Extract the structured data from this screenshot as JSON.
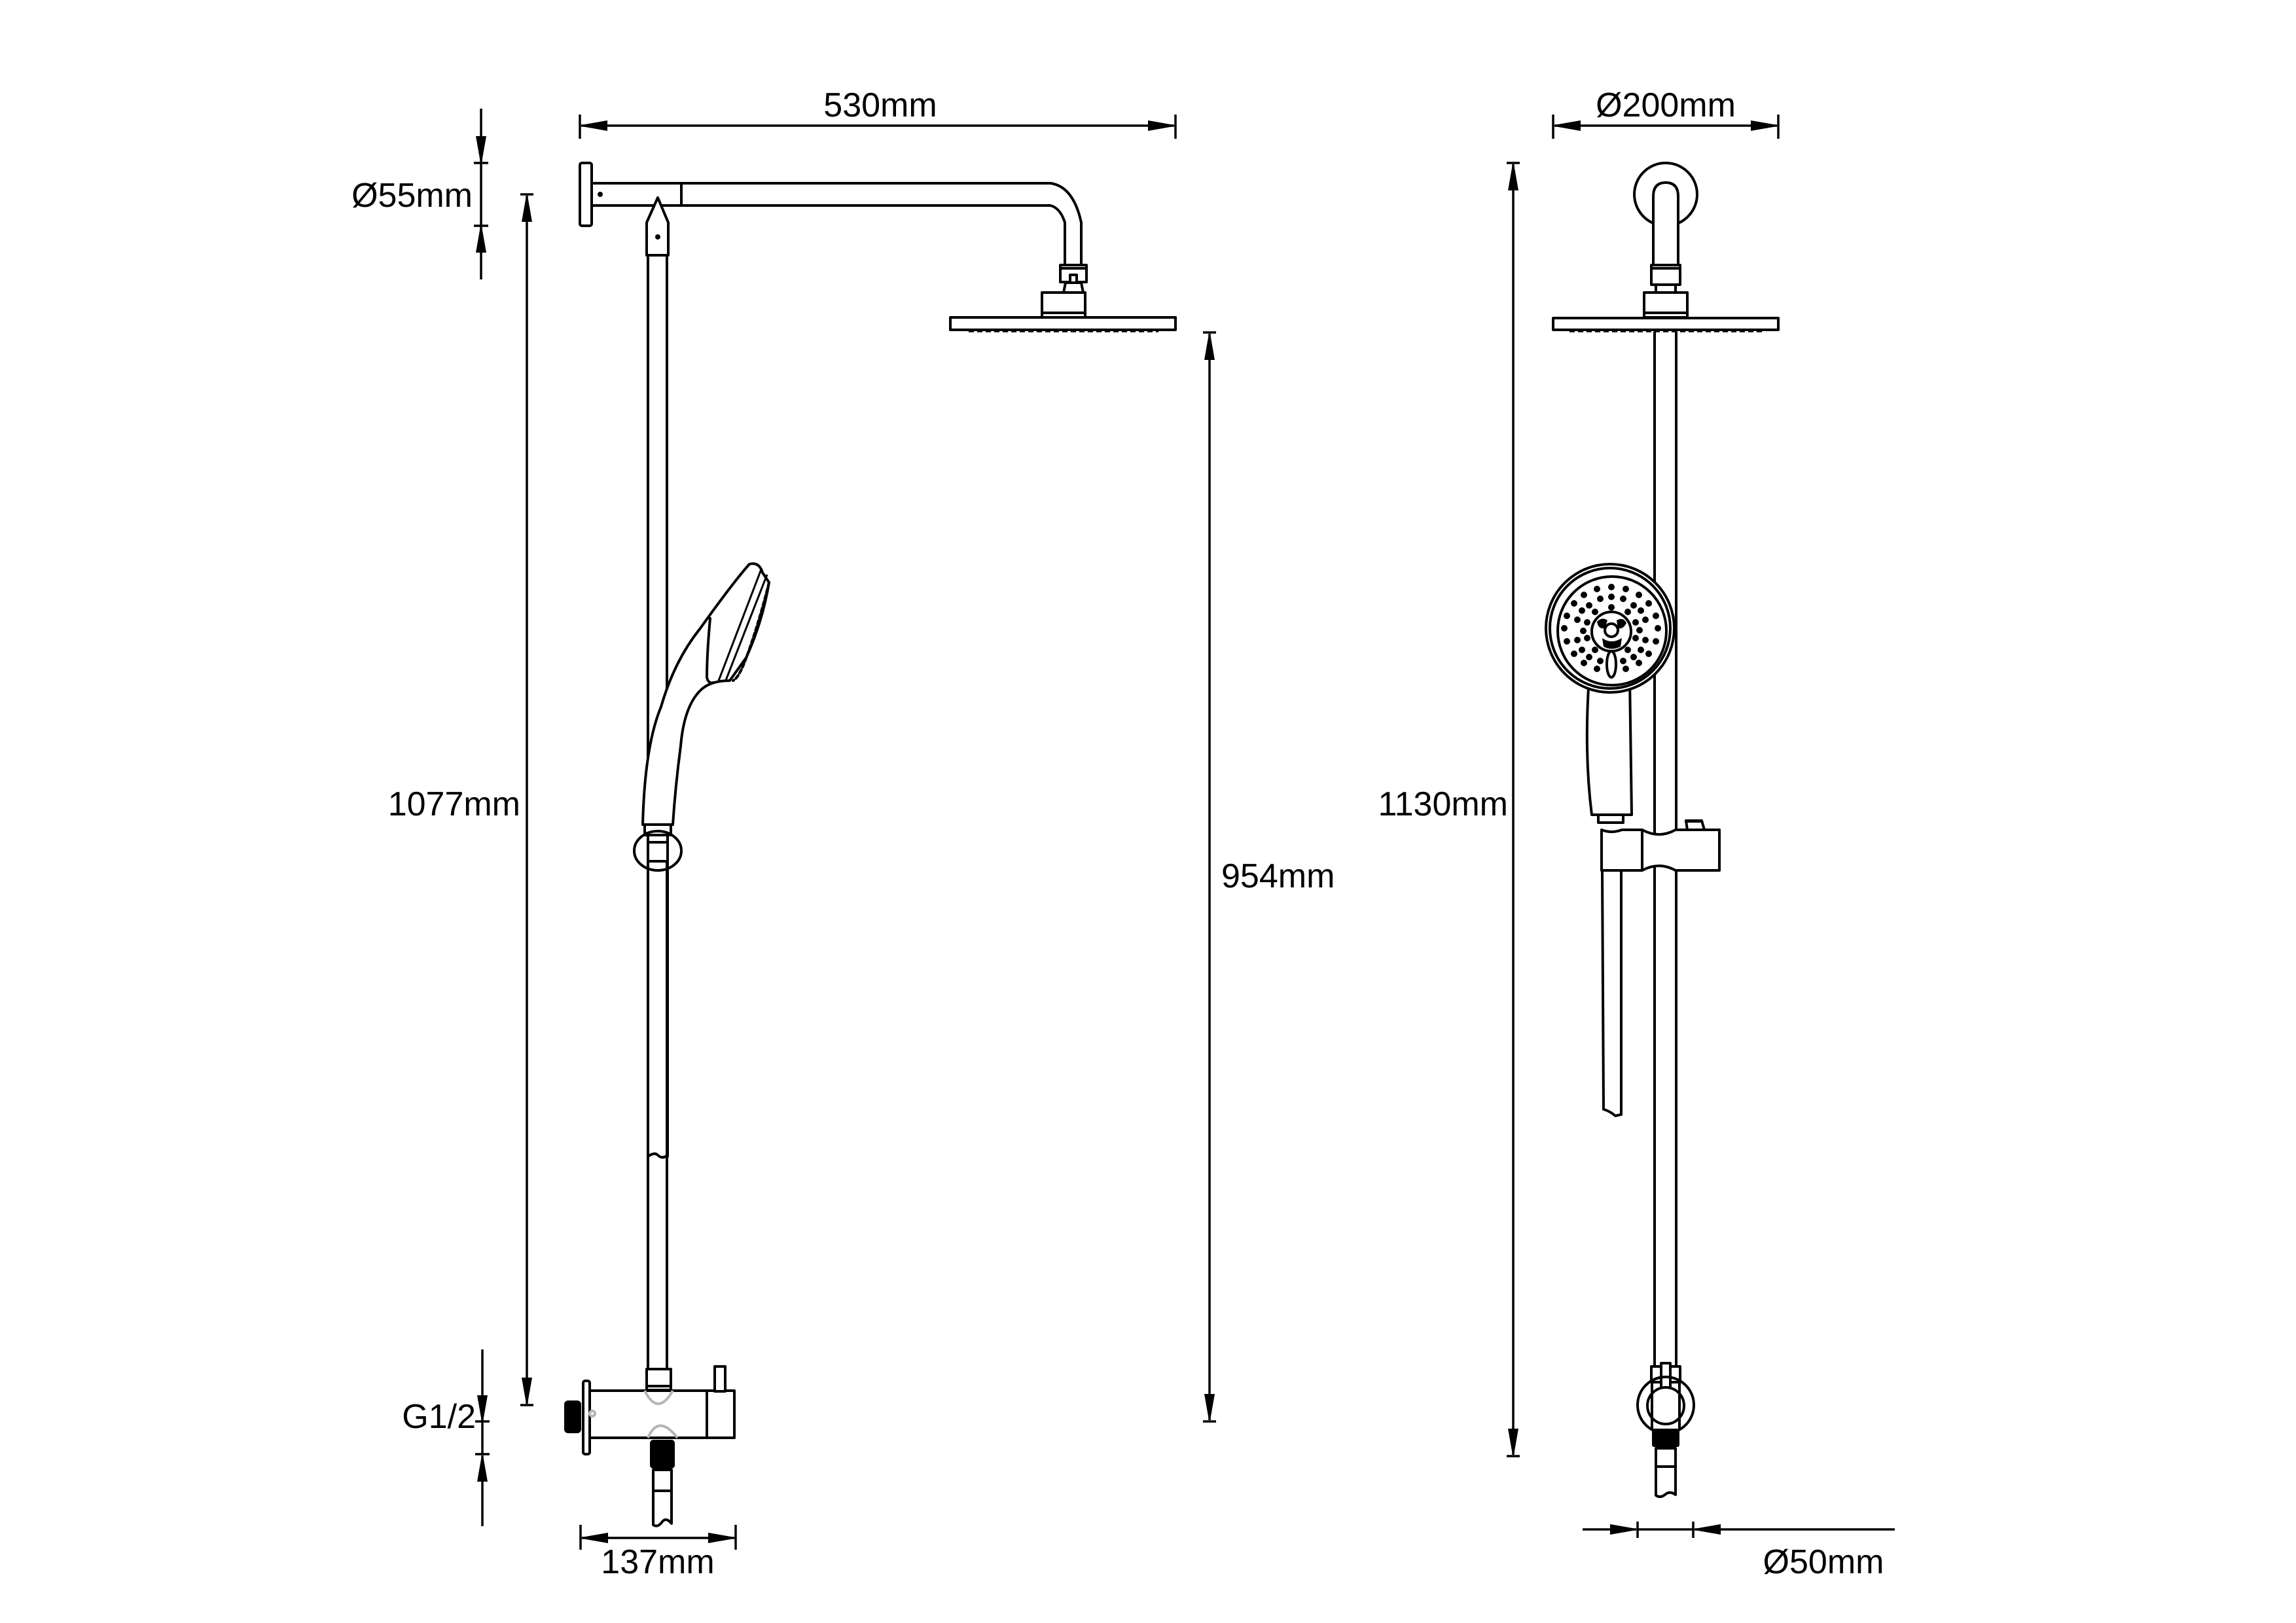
{
  "drawing": {
    "type": "technical dimension drawing",
    "subject": "shower column system",
    "views": [
      {
        "name": "side-view",
        "label": ""
      },
      {
        "name": "front-view",
        "label": ""
      }
    ],
    "line_color": "#000000",
    "accent_color": "#b5b5b5",
    "background": "#ffffff"
  },
  "dimensions": {
    "arm_length": {
      "label": "530mm",
      "value": 530,
      "unit": "mm",
      "axis": "horizontal"
    },
    "wall_flange_diameter": {
      "label": "Ø55mm",
      "value": 55,
      "unit": "mm",
      "axis": "vertical"
    },
    "riser_height": {
      "label": "1077mm",
      "value": 1077,
      "unit": "mm",
      "axis": "vertical"
    },
    "head_clearance": {
      "label": "954mm",
      "value": 954,
      "unit": "mm",
      "axis": "vertical"
    },
    "inlet_thread": {
      "label": "G1/2",
      "unit": "inch thread",
      "axis": "vertical"
    },
    "mixer_depth": {
      "label": "137mm",
      "value": 137,
      "unit": "mm",
      "axis": "horizontal"
    },
    "head_diameter": {
      "label": "Ø200mm",
      "value": 200,
      "unit": "mm",
      "axis": "horizontal"
    },
    "total_height": {
      "label": "1130mm",
      "value": 1130,
      "unit": "mm",
      "axis": "vertical"
    },
    "bracket_diameter": {
      "label": "Ø50mm",
      "value": 50,
      "unit": "mm",
      "axis": "horizontal"
    }
  }
}
